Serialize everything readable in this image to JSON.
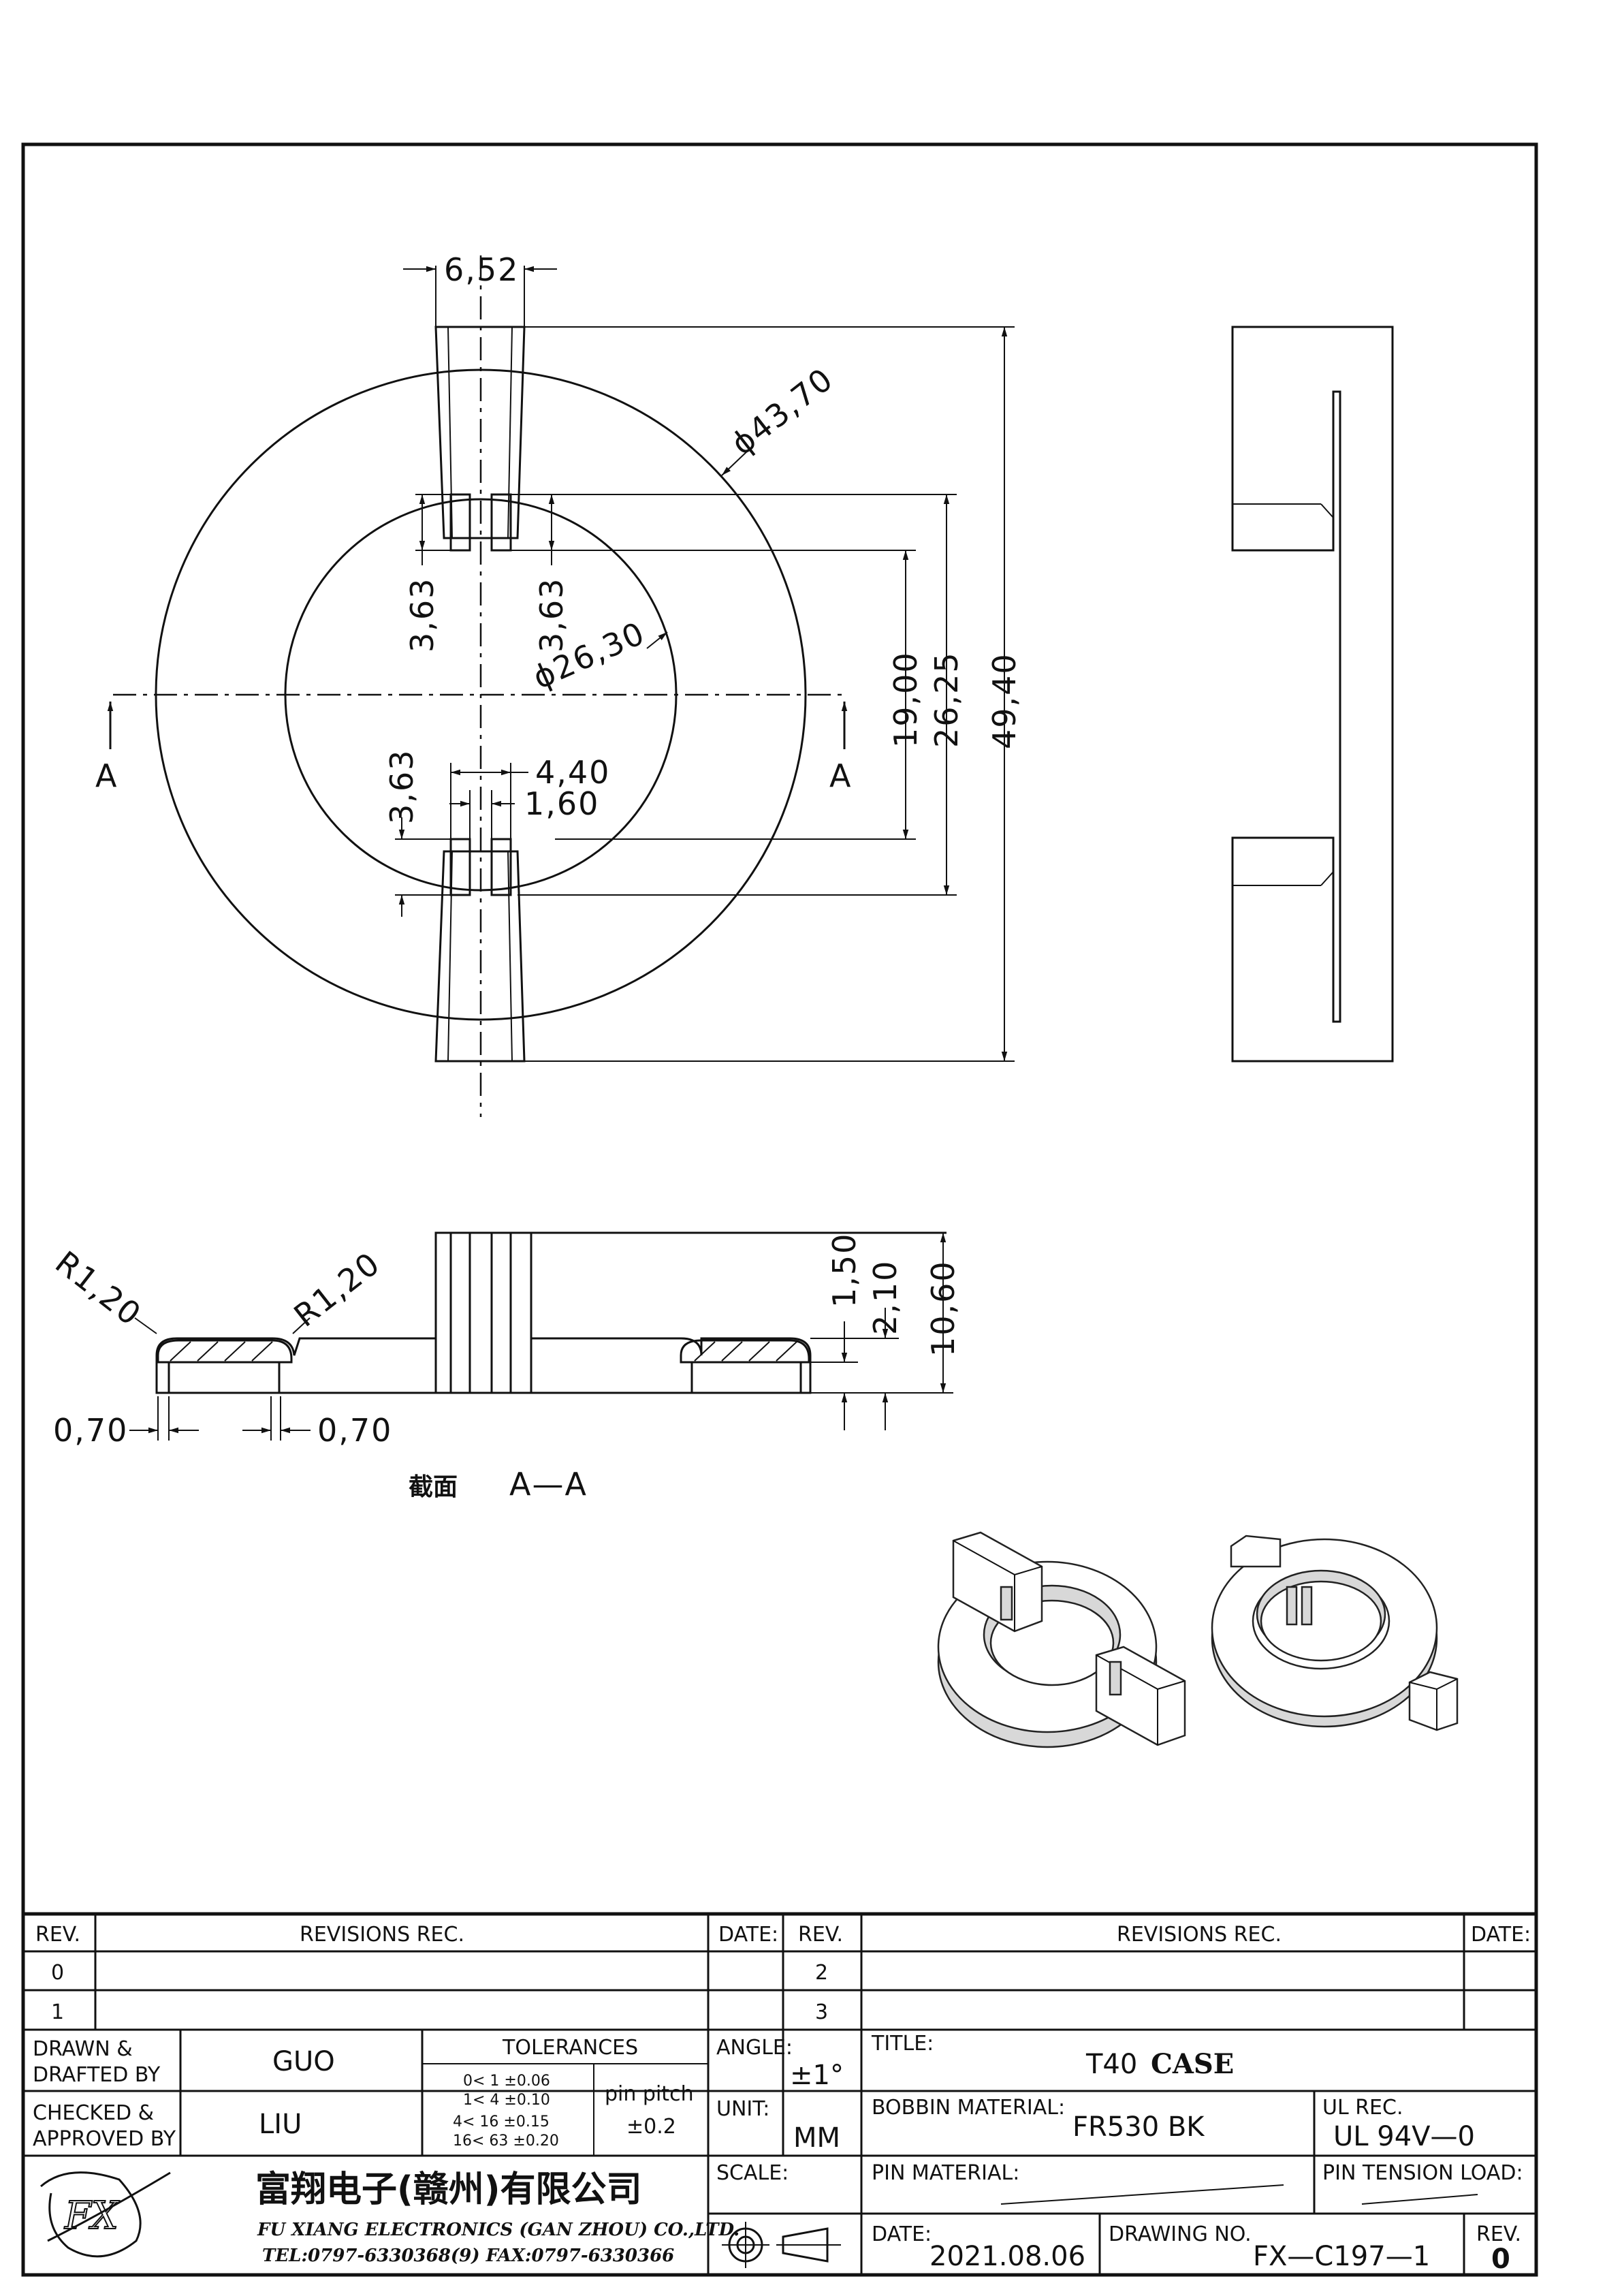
{
  "dimensions": {
    "top_width": "6,52",
    "outer_diameter": "ϕ43,70",
    "slot_depth_left": "3,63",
    "slot_depth_right": "3,63",
    "slot_depth_bottom": "3,63",
    "inner_diameter": "ϕ26,30",
    "slot_outer_width": "4,40",
    "slot_inner_width": "1,60",
    "inner_span": "19,00",
    "slot_span": "26,25",
    "overall_length": "49,40",
    "section_marker_left": "A",
    "section_marker_right": "A",
    "radius_left": "R1,20",
    "radius_right": "R1,20",
    "wall_left": "0,70",
    "wall_right": "0,70",
    "height_rim": "1,50",
    "height_base": "2,10",
    "height_total": "10,60"
  },
  "section": {
    "label_cn": "截面",
    "label": "A—A"
  },
  "title_block": {
    "rev_header": "REV.",
    "revisions_header": "REVISIONS   REC.",
    "date_header": "DATE:",
    "rev_header_right": "REV.",
    "revisions_header_right": "REVISIONS   REC.",
    "date_header_right": "DATE:",
    "rev_rows": [
      "0",
      "1"
    ],
    "rev_rows_right": [
      "2",
      "3"
    ],
    "drawn_label_1": "DRAWN  &",
    "drawn_label_2": "DRAFTED  BY",
    "drawn_by": "GUO",
    "checked_label_1": "CHECKED  &",
    "checked_label_2": "APPROVED  BY",
    "checked_by": "LIU",
    "tolerances_label": "TOLERANCES",
    "tolerance_rows": [
      "0<   1    ±0.06",
      "1<   4    ±0.10",
      "4<   16   ±0.15",
      "16<  63  ±0.20"
    ],
    "pin_pitch_label": "pin  pitch",
    "pin_pitch_value": "±0.2",
    "angle_label": "ANGLE:",
    "angle_value": "±1°",
    "unit_label": "UNIT:",
    "unit_value": "MM",
    "scale_label": "SCALE:",
    "title_label": "TITLE:",
    "title_value_a": "T40",
    "title_value_b": "CASE",
    "bobbin_material_label": "BOBBIN  MATERIAL:",
    "bobbin_material_value": "FR530  BK",
    "ul_rec_label": "UL  REC.",
    "ul_rec_value": "UL  94V—0",
    "pin_material_label": "PIN  MATERIAL:",
    "pin_tension_label": "PIN  TENSION  LOAD:",
    "date_label": "DATE:",
    "date_value": "2021.08.06",
    "drawing_no_label": "DRAWING  NO.",
    "drawing_no_value": "FX—C197—1",
    "rev_label": "REV.",
    "rev_value": "0",
    "company_cn": "富翔电子(赣州)有限公司",
    "company_en": "FU XIANG ELECTRONICS (GAN ZHOU) CO.,LTD.",
    "company_tel": "TEL:0797-6330368(9)     FAX:0797-6330366"
  }
}
